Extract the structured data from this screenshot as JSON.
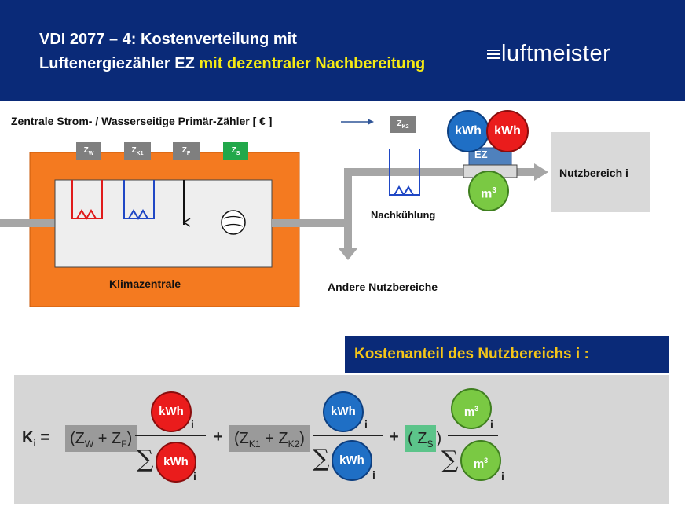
{
  "header": {
    "title_line1": "VDI 2077 – 4: Kostenverteilung mit",
    "title_line2_plain": "Luftenergiezähler EZ ",
    "title_line2_highlight": "mit dezentraler Nachbereitung",
    "logo_text": "luftmeister"
  },
  "diagram": {
    "primary_meters_label": "Zentrale Strom- / Wasserseitige Primär-Zähler  [ € ]",
    "tag_zk2": "Z",
    "tag_zk2_sub": "K2",
    "tag_zw": "Z",
    "tag_zw_sub": "W",
    "tag_zk1": "Z",
    "tag_zk1_sub": "K1",
    "tag_zf": "Z",
    "tag_zf_sub": "F",
    "tag_zs": "Z",
    "tag_zs_sub": "S",
    "klimazentrale_label": "Klimazentrale",
    "nachkuehlung_label": "Nachkühlung",
    "andere_label": "Andere Nutzbereiche",
    "nutzbereich_label": "Nutzbereich  i",
    "ez_label": "EZ",
    "kwh_blue": "kWh",
    "kwh_red": "kWh",
    "m3_base": "m",
    "m3_exp": "3"
  },
  "formula": {
    "section_title": "Kostenanteil des Nutzbereichs i :",
    "k_label": "K",
    "k_sub": "i",
    "equals": "=",
    "term1_open": "(Z",
    "term1_sub_w": "W",
    "term1_plus": " + Z",
    "term1_sub_f": "F",
    "term1_close": ")",
    "term2_open": "(Z",
    "term2_sub_k1": "K1",
    "term2_plus": " + Z",
    "term2_sub_k2": "K2",
    "term2_close": ")",
    "term3_open": "( Z",
    "term3_sub_s": "S",
    "term3_close": ")",
    "plus1": "+",
    "plus2": "+",
    "sigma": "∑",
    "index_i": "i",
    "kwh": "kWh",
    "m3_base": "m",
    "m3_exp": "3"
  },
  "colors": {
    "header_bg": "#0a2a78",
    "highlight_yellow": "#f5ea14",
    "klimazentrale_orange": "#f47a20",
    "meter_blue": "#1f6fc5",
    "meter_red": "#ea1c1c",
    "meter_green": "#7ac943"
  }
}
